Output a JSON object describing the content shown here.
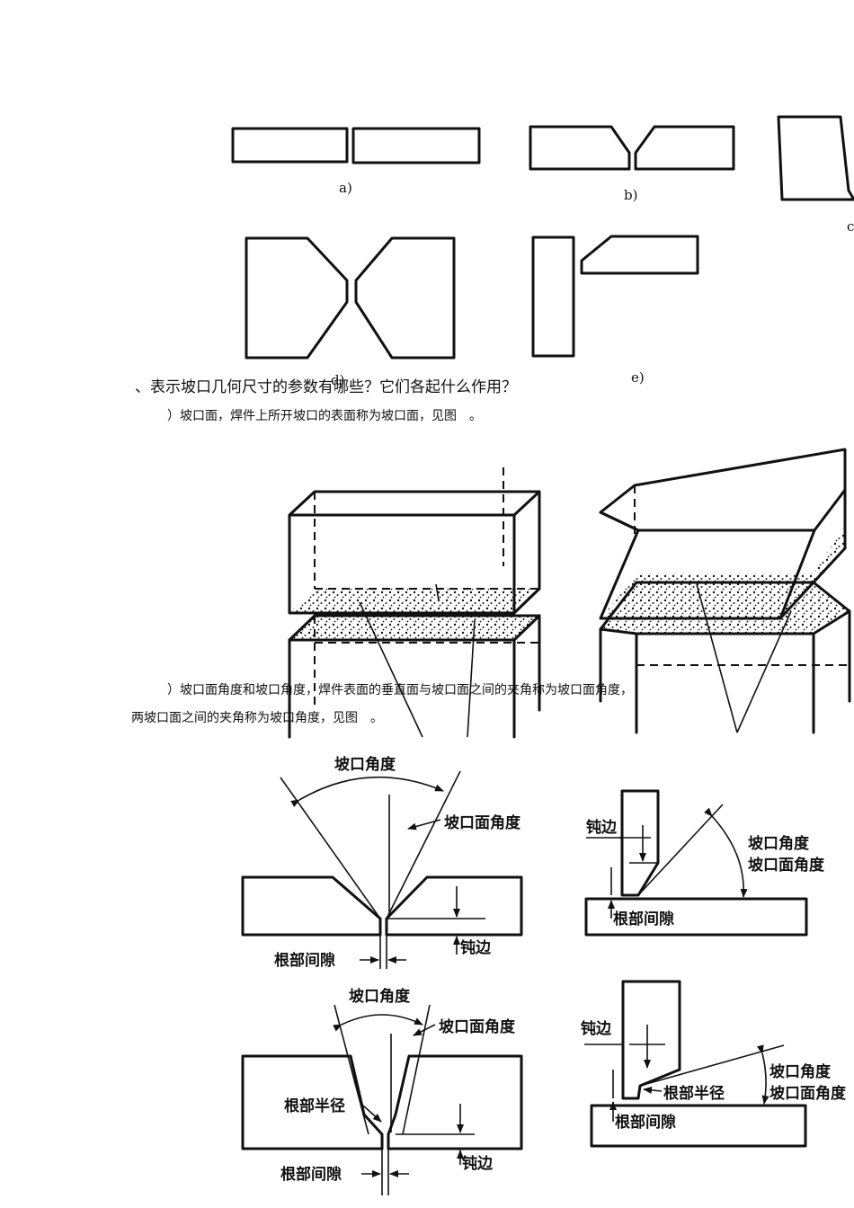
{
  "figure1": {
    "captions": {
      "a": "a)",
      "b": "b)",
      "c": "c",
      "d": "d)",
      "e": "e)"
    }
  },
  "text": {
    "heading": "、表示坡口几何尺寸的参数有哪些？它们各起什么作用？",
    "para1": "）坡口面，焊件上所开坡口的表面称为坡口面，见图　。",
    "para2_line1": "）坡口面角度和坡口角度，焊件表面的垂直面与坡口面之间的夹角称为坡口面角度，",
    "para2_line2": "两坡口面之间的夹角称为坡口角度，见图　。"
  },
  "figure3": {
    "top_left": {
      "groove_angle": "坡口角度",
      "groove_face_angle": "坡口面角度",
      "root_face": "钝边",
      "root_gap": "根部间隙"
    },
    "top_right": {
      "root_face": "钝边",
      "groove_angle": "坡口角度",
      "groove_face_angle": "坡口面角度",
      "root_gap": "根部间隙"
    },
    "bottom_left": {
      "groove_angle": "坡口角度",
      "groove_face_angle": "坡口面角度",
      "root_radius": "根部半径",
      "root_face": "钝边",
      "root_gap": "根部间隙"
    },
    "bottom_right": {
      "root_face": "钝边",
      "root_radius": "根部半径",
      "groove_angle": "坡口角度",
      "groove_face_angle": "坡口面角度",
      "root_gap": "根部间隙"
    }
  }
}
